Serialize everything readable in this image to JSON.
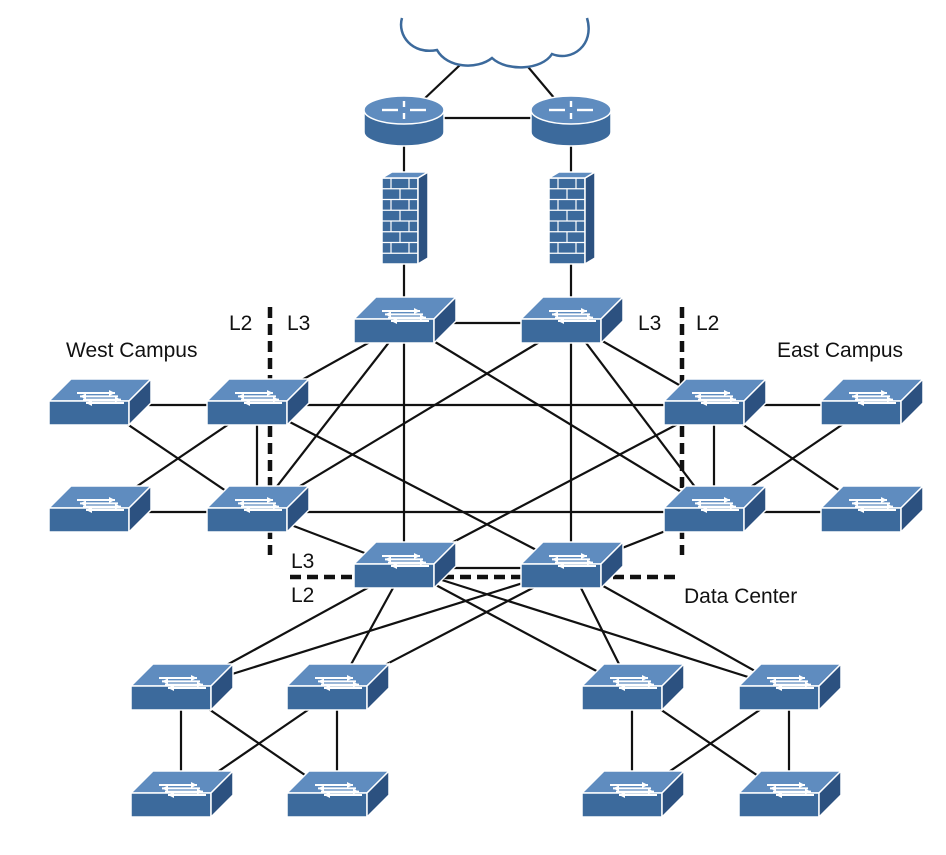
{
  "colors": {
    "device_face": "#3c6a9c",
    "device_top": "#5f8cbf",
    "device_side": "#2c5180",
    "cloud_stroke": "#3c6a9c",
    "link": "#111111",
    "arrow": "#ffffff"
  },
  "labels": {
    "west_campus": "West Campus",
    "east_campus": "East Campus",
    "data_center": "Data Center",
    "l2": "L2",
    "l3": "L3"
  },
  "devices": [
    {
      "id": "cloud",
      "type": "cloud",
      "icon": "cloud-icon"
    },
    {
      "id": "router-left",
      "type": "router",
      "icon": "router-icon"
    },
    {
      "id": "router-right",
      "type": "router",
      "icon": "router-icon"
    },
    {
      "id": "firewall-left",
      "type": "firewall",
      "icon": "firewall-icon"
    },
    {
      "id": "firewall-right",
      "type": "firewall",
      "icon": "firewall-icon"
    },
    {
      "id": "core-left",
      "type": "switch",
      "icon": "switch-icon"
    },
    {
      "id": "core-right",
      "type": "switch",
      "icon": "switch-icon"
    },
    {
      "id": "west-access-top",
      "type": "switch",
      "icon": "switch-icon"
    },
    {
      "id": "west-dist-top",
      "type": "switch",
      "icon": "switch-icon"
    },
    {
      "id": "west-access-bottom",
      "type": "switch",
      "icon": "switch-icon"
    },
    {
      "id": "west-dist-bottom",
      "type": "switch",
      "icon": "switch-icon"
    },
    {
      "id": "east-dist-top",
      "type": "switch",
      "icon": "switch-icon"
    },
    {
      "id": "east-access-top",
      "type": "switch",
      "icon": "switch-icon"
    },
    {
      "id": "east-dist-bottom",
      "type": "switch",
      "icon": "switch-icon"
    },
    {
      "id": "east-access-bottom",
      "type": "switch",
      "icon": "switch-icon"
    },
    {
      "id": "dc-agg-left",
      "type": "switch",
      "icon": "switch-icon"
    },
    {
      "id": "dc-agg-right",
      "type": "switch",
      "icon": "switch-icon"
    },
    {
      "id": "dc-left-top-1",
      "type": "switch",
      "icon": "switch-icon"
    },
    {
      "id": "dc-left-top-2",
      "type": "switch",
      "icon": "switch-icon"
    },
    {
      "id": "dc-right-top-1",
      "type": "switch",
      "icon": "switch-icon"
    },
    {
      "id": "dc-right-top-2",
      "type": "switch",
      "icon": "switch-icon"
    },
    {
      "id": "dc-left-bottom-1",
      "type": "switch",
      "icon": "switch-icon"
    },
    {
      "id": "dc-left-bottom-2",
      "type": "switch",
      "icon": "switch-icon"
    },
    {
      "id": "dc-right-bottom-1",
      "type": "switch",
      "icon": "switch-icon"
    },
    {
      "id": "dc-right-bottom-2",
      "type": "switch",
      "icon": "switch-icon"
    }
  ],
  "links": [
    [
      "cloud",
      "router-left"
    ],
    [
      "cloud",
      "router-right"
    ],
    [
      "router-left",
      "router-right"
    ],
    [
      "router-left",
      "firewall-left"
    ],
    [
      "router-right",
      "firewall-right"
    ],
    [
      "firewall-left",
      "core-left"
    ],
    [
      "firewall-right",
      "core-right"
    ],
    [
      "core-left",
      "core-right"
    ],
    [
      "core-left",
      "west-dist-top"
    ],
    [
      "core-left",
      "west-dist-bottom"
    ],
    [
      "core-left",
      "east-dist-bottom"
    ],
    [
      "core-left",
      "dc-agg-left"
    ],
    [
      "core-right",
      "west-dist-bottom"
    ],
    [
      "core-right",
      "east-dist-top"
    ],
    [
      "core-right",
      "dc-agg-right"
    ],
    [
      "core-right",
      "east-dist-bottom"
    ],
    [
      "west-access-top",
      "west-dist-top"
    ],
    [
      "west-access-top",
      "west-dist-bottom"
    ],
    [
      "west-access-bottom",
      "west-dist-top"
    ],
    [
      "west-access-bottom",
      "west-dist-bottom"
    ],
    [
      "west-dist-top",
      "west-dist-bottom"
    ],
    [
      "west-dist-top",
      "east-dist-top"
    ],
    [
      "west-dist-bottom",
      "east-dist-bottom"
    ],
    [
      "west-dist-top",
      "dc-agg-right"
    ],
    [
      "west-dist-bottom",
      "dc-agg-left"
    ],
    [
      "east-dist-top",
      "dc-agg-left"
    ],
    [
      "east-dist-bottom",
      "dc-agg-right"
    ],
    [
      "east-dist-top",
      "east-dist-bottom"
    ],
    [
      "east-dist-top",
      "east-access-top"
    ],
    [
      "east-dist-top",
      "east-access-bottom"
    ],
    [
      "east-dist-bottom",
      "east-access-top"
    ],
    [
      "east-dist-bottom",
      "east-access-bottom"
    ],
    [
      "dc-agg-left",
      "dc-agg-right"
    ],
    [
      "dc-agg-left",
      "dc-left-top-1"
    ],
    [
      "dc-agg-left",
      "dc-left-top-2"
    ],
    [
      "dc-agg-left",
      "dc-right-top-1"
    ],
    [
      "dc-agg-left",
      "dc-right-top-2"
    ],
    [
      "dc-agg-right",
      "dc-left-top-1"
    ],
    [
      "dc-agg-right",
      "dc-left-top-2"
    ],
    [
      "dc-agg-right",
      "dc-right-top-1"
    ],
    [
      "dc-agg-right",
      "dc-right-top-2"
    ],
    [
      "dc-left-top-1",
      "dc-left-bottom-1"
    ],
    [
      "dc-left-top-1",
      "dc-left-bottom-2"
    ],
    [
      "dc-left-top-2",
      "dc-left-bottom-1"
    ],
    [
      "dc-left-top-2",
      "dc-left-bottom-2"
    ],
    [
      "dc-right-top-1",
      "dc-right-bottom-1"
    ],
    [
      "dc-right-top-1",
      "dc-right-bottom-2"
    ],
    [
      "dc-right-top-2",
      "dc-right-bottom-1"
    ],
    [
      "dc-right-top-2",
      "dc-right-bottom-2"
    ]
  ]
}
